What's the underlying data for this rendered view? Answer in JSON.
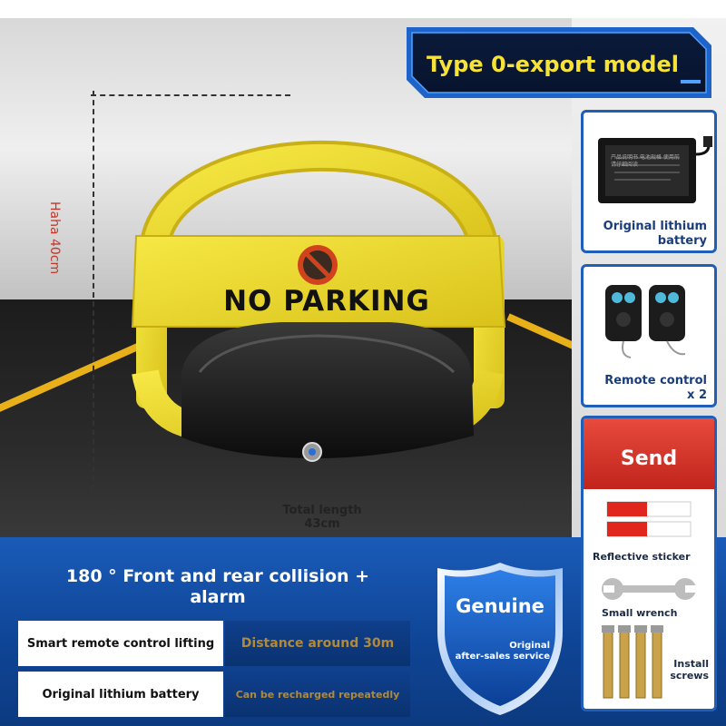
{
  "banner": {
    "title": "Type 0-export model"
  },
  "dimensions": {
    "height_label": "Haha 40cm",
    "length_label_line1": "Total length",
    "length_label_line2": "43cm"
  },
  "product": {
    "sign_text": "NO PARKING"
  },
  "accessories": {
    "battery_label_line1": "Original lithium",
    "battery_label_line2": "battery",
    "remote_label_line1": "Remote control",
    "remote_label_line2": "x 2",
    "send_title": "Send",
    "sticker_label": "Reflective sticker",
    "wrench_label": "Small wrench",
    "screws_label_line1": "Install",
    "screws_label_line2": "screws",
    "battery_box_text": "产品说明书 电池规格 使用前请仔细阅读"
  },
  "features": {
    "headline_line1": "180 ° Front and rear collision +",
    "headline_line2": "alarm",
    "rows": [
      {
        "left": "Smart remote control lifting",
        "right": "Distance around 30m"
      },
      {
        "left": "Original lithium battery",
        "right": "Can be recharged repeatedly"
      }
    ]
  },
  "badge": {
    "title": "Genuine",
    "sub_line1": "Original",
    "sub_line2": "after-sales service"
  },
  "colors": {
    "accent_yellow": "#f1dc1f",
    "banner_text": "#f7e23a",
    "panel_border": "#1f5fb8",
    "send_red": "#d8312a",
    "bottom_blue": "#0f4596",
    "feature_gold": "#b08a3a"
  }
}
